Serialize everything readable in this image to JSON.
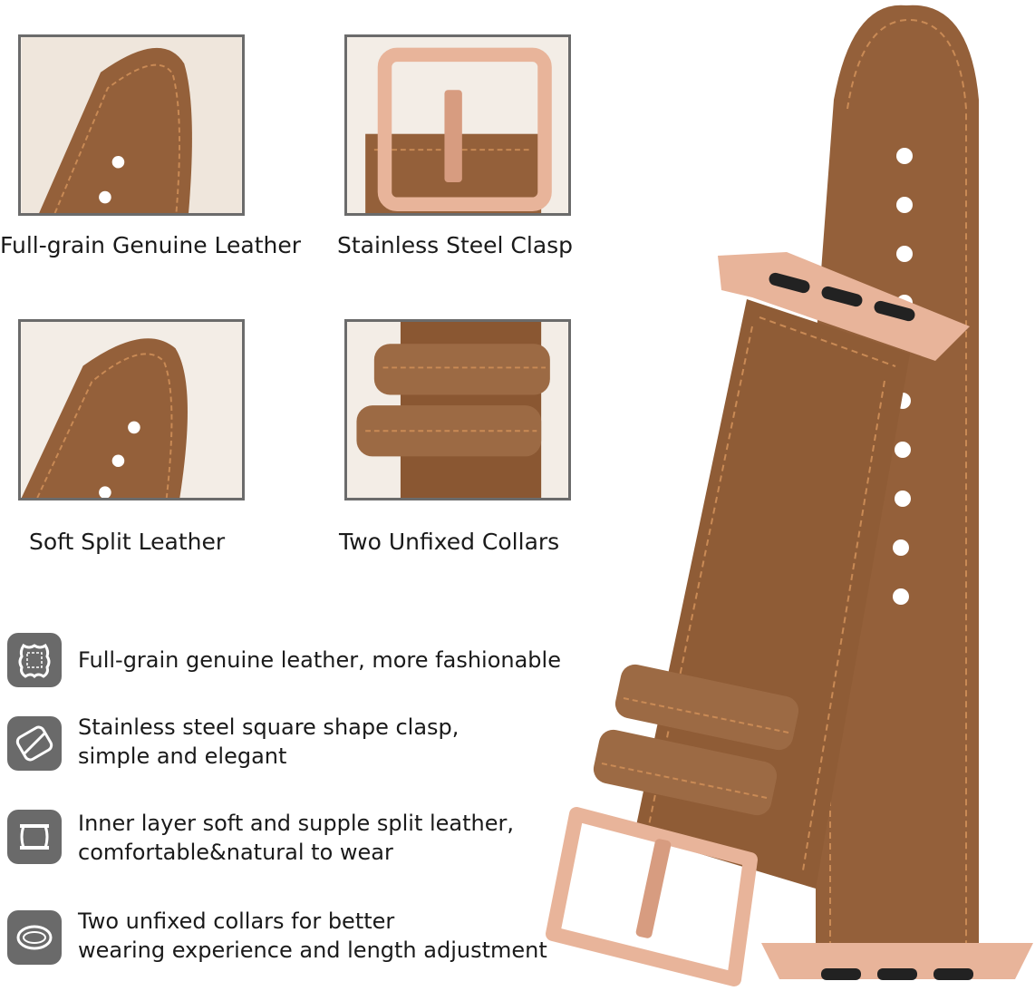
{
  "tiles": [
    {
      "caption": "Full-grain Genuine Leather"
    },
    {
      "caption": "Stainless Steel Clasp"
    },
    {
      "caption": "Soft Split Leather"
    },
    {
      "caption": "Two Unfixed Collars"
    }
  ],
  "features": [
    {
      "icon": "leather-hide-icon",
      "lines": [
        "Full-grain genuine leather, more fashionable"
      ]
    },
    {
      "icon": "clasp-icon",
      "lines": [
        "Stainless steel square shape clasp,",
        "simple and elegant"
      ]
    },
    {
      "icon": "split-layer-icon",
      "lines": [
        "Inner layer soft and supple split leather,",
        "comfortable&natural to wear"
      ]
    },
    {
      "icon": "collar-ring-icon",
      "lines": [
        "Two unfixed collars for better",
        "wearing experience and length adjustment"
      ]
    }
  ],
  "colors": {
    "leather": "#94603a",
    "leather_dark": "#7a4a28",
    "stitch": "#c98a55",
    "rose_gold": "#e8b49a",
    "icon_bg": "#6a6a6a",
    "tile_border": "#6b6b6b"
  }
}
